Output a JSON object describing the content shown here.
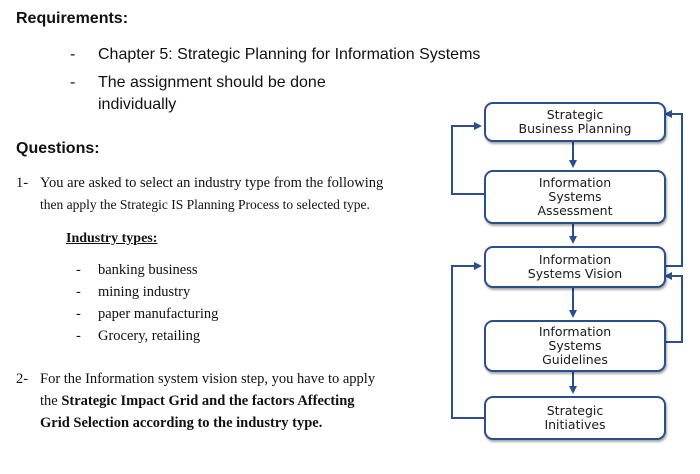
{
  "requirements": {
    "heading": "Requirements:",
    "items": [
      "Chapter 5: Strategic Planning for Information Systems",
      "The assignment should be done\nindividually"
    ]
  },
  "questions": {
    "heading": "Questions:",
    "q1": {
      "number": "1-",
      "line1": "You are asked to select an industry type from the following",
      "line2": "then apply the Strategic IS Planning Process to selected type."
    },
    "industry_types": {
      "heading": "Industry types:",
      "items": [
        "banking business",
        "mining industry",
        "paper manufacturing",
        "Grocery, retailing"
      ]
    },
    "q2": {
      "number": "2-",
      "line1": "For the Information system vision step, you have to apply",
      "line2_prefix": "the ",
      "line2_bold": "Strategic Impact Grid and the factors Affecting",
      "line3_bold": "Grid Selection according to the industry type."
    }
  },
  "diagram": {
    "boxes": [
      "Strategic\nBusiness Planning",
      "Information\nSystems\nAssessment",
      "Information\nSystems Vision",
      "Information\nSystems\nGuidelines",
      "Strategic\nInitiatives"
    ],
    "line_color": "#2b4e8c"
  }
}
